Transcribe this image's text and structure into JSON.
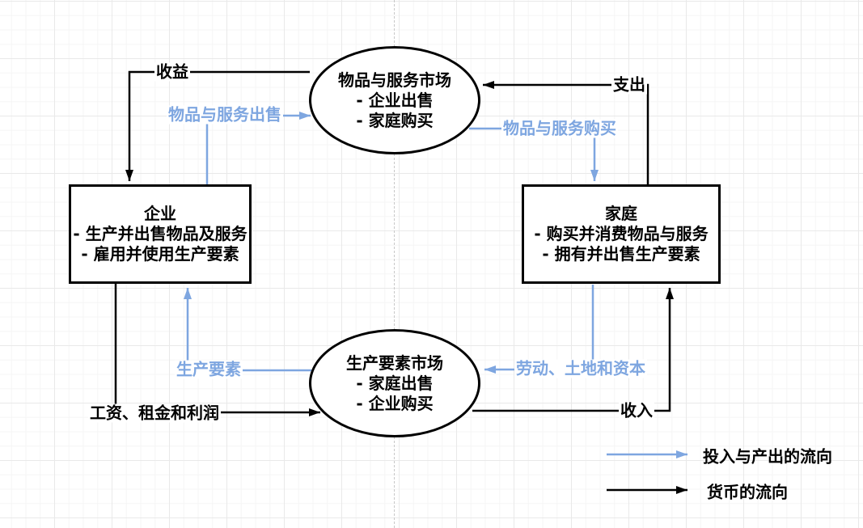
{
  "colors": {
    "money_color": "#000000",
    "flow_color": "#7ea6e0",
    "grid_minor": "#f5f5f5",
    "grid_major": "#e9e9e9",
    "page_break": "#c8c8c8"
  },
  "nodes": {
    "goods_market": {
      "title": "物品与服务市场",
      "line1": "- 企业出售",
      "line2": "- 家庭购买"
    },
    "factor_market": {
      "title": "生产要素市场",
      "line1": "- 家庭出售",
      "line2": "- 企业购买"
    },
    "firms": {
      "title": "企业",
      "line1": "- 生产并出售物品及服务",
      "line2": "- 雇用并使用生产要素"
    },
    "households": {
      "title": "家庭",
      "line1": "- 购买并消费物品与服务",
      "line2": "- 拥有并出售生产要素"
    }
  },
  "labels": {
    "revenue": "收益",
    "spending": "支出",
    "goods_services_sold": "物品与服务出售",
    "goods_services_bought": "物品与服务购买",
    "factors_of_production": "生产要素",
    "labor_land_capital": "劳动、土地和资本",
    "wages_rent_profit": "工资、租金和利润",
    "income": "收入"
  },
  "legend": {
    "inputs_outputs_flow": "投入与产出的流向",
    "money_flow": "货币的流向"
  }
}
